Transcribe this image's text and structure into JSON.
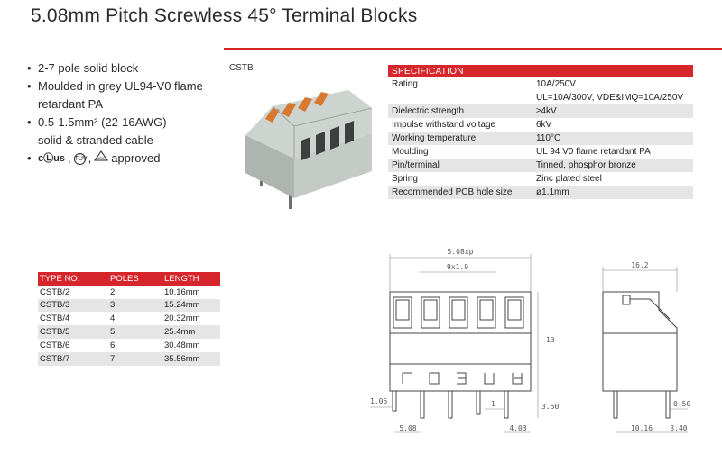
{
  "page": {
    "title": "5.08mm Pitch Screwless 45° Terminal Blocks"
  },
  "features": [
    {
      "text": "2-7 pole solid block",
      "cont": ""
    },
    {
      "text": "Moulded in grey UL94-V0 flame",
      "cont": "retardant PA"
    },
    {
      "text": "0.5-1.5mm² (22-16AWG)",
      "cont": "solid & stranded cable"
    }
  ],
  "certifications": {
    "ul_mark": "cⓁus",
    "tuv_mark": "TÜV",
    "vde_mark": "VDE",
    "suffix": "approved",
    "separator": ","
  },
  "product": {
    "code": "CSTB",
    "colors": {
      "body": "#b9c0bb",
      "lever": "#d8782f",
      "pin": "#6f6f6f"
    }
  },
  "spec": {
    "header": "SPECIFICATION",
    "rows": [
      {
        "label": "Rating",
        "value": "10A/250V",
        "alt": false
      },
      {
        "label": "",
        "value": "UL=10A/300V, VDE&IMQ=10A/250V",
        "alt": false
      },
      {
        "label": "Dielectric strength",
        "value": "≥4kV",
        "alt": true
      },
      {
        "label": "Impulse withstand voltage",
        "value": "6kV",
        "alt": false
      },
      {
        "label": "Working temperature",
        "value": "110°C",
        "alt": true
      },
      {
        "label": "Moulding",
        "value": "UL 94 V0 flame retardant PA",
        "alt": false
      },
      {
        "label": "Pin/terminal",
        "value": "Tinned, phosphor bronze",
        "alt": true
      },
      {
        "label": "Spring",
        "value": "Zinc plated steel",
        "alt": false
      },
      {
        "label": "Recommended PCB hole size",
        "value": "ø1.1mm",
        "alt": true
      }
    ]
  },
  "types_table": {
    "headers": [
      "TYPE NO.",
      "POLES",
      "LENGTH"
    ],
    "rows": [
      [
        "CSTB/2",
        "2",
        "10.16mm"
      ],
      [
        "CSTB/3",
        "3",
        "15.24mm"
      ],
      [
        "CSTB/4",
        "4",
        "20.32mm"
      ],
      [
        "CSTB/5",
        "5",
        "25.4mm"
      ],
      [
        "CSTB/6",
        "6",
        "30.48mm"
      ],
      [
        "CSTB/7",
        "7",
        "35.56mm"
      ]
    ]
  },
  "drawing": {
    "front": {
      "overall_width": "5.08xp",
      "inner_width": "9x1.9",
      "height": "13",
      "pin_length": "3.50",
      "pin_dia": "1.05",
      "pitch": "5.08",
      "edge": "4.03",
      "pin_width": "1"
    },
    "side": {
      "depth": "16.2",
      "pin_pos": "10.16",
      "pin_offset": "3.40",
      "pin_size": "0.50"
    }
  }
}
